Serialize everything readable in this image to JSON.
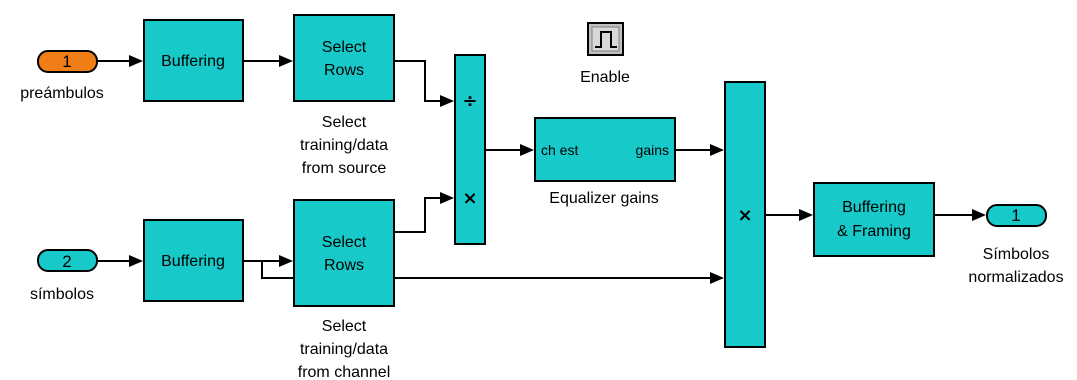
{
  "ports": {
    "in1": {
      "number": "1",
      "label": "preámbulos"
    },
    "in2": {
      "number": "2",
      "label": "símbolos"
    },
    "out1": {
      "number": "1",
      "label_line1": "Símbolos",
      "label_line2": "normalizados"
    }
  },
  "blocks": {
    "buffering_top": {
      "label": "Buffering"
    },
    "buffering_bottom": {
      "label": "Buffering"
    },
    "select_rows_top": {
      "label_line1": "Select",
      "label_line2": "Rows",
      "caption_line1": "Select",
      "caption_line2": "training/data",
      "caption_line3": "from source"
    },
    "select_rows_bottom": {
      "label_line1": "Select",
      "label_line2": "Rows",
      "caption_line1": "Select",
      "caption_line2": "training/data",
      "caption_line3": "from channel"
    },
    "divide_product": {
      "symbol_top": "÷",
      "symbol_bottom": "×"
    },
    "equalizer": {
      "port_in": "ch est",
      "port_out": "gains",
      "caption": "Equalizer gains"
    },
    "product": {
      "symbol": "×"
    },
    "buffering_framing": {
      "label_line1": "Buffering",
      "label_line2": "& Framing"
    },
    "enable": {
      "icon": "pulse-icon",
      "label": "Enable"
    }
  },
  "colors": {
    "block_fill": "#17c9c9",
    "inport1_fill": "#f07e17",
    "enable_fill": "#c0c0c0"
  }
}
